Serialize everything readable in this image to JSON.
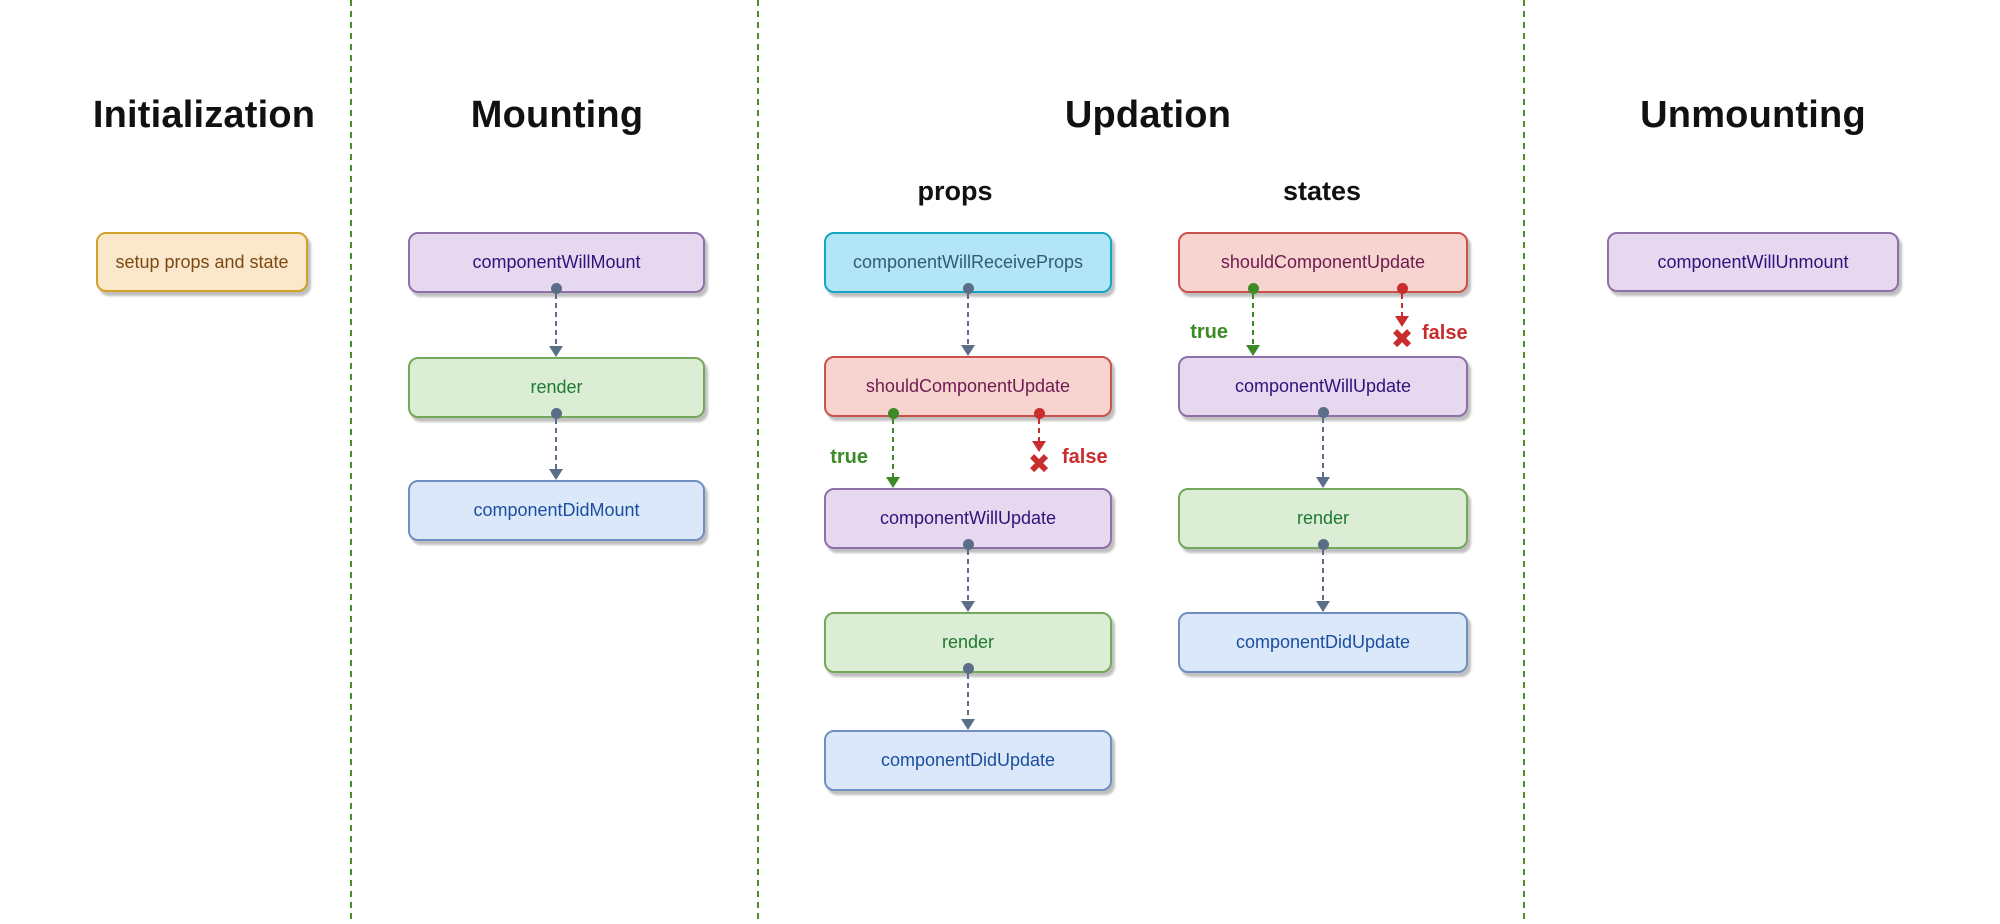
{
  "colors": {
    "orange-fill": "#fbe7cb",
    "orange-border": "#d3a02a",
    "orange-text": "#7b4a12",
    "purple-fill": "#e5d8ef",
    "purple-border": "#9070a8",
    "purple-text": "#31127a",
    "green-fill": "#dcedd5",
    "green-border": "#74a85a",
    "green-text": "#1e7a31",
    "blue-fill": "#dbe8fa",
    "blue-border": "#708fc0",
    "blue-text": "#1b4f9e",
    "cyan-fill": "#b2e6f7",
    "cyan-border": "#16a6c5",
    "cyan-text": "#2f5c79",
    "red-fill": "#f7d4d0",
    "red-border": "#cb514b",
    "red-text": "#6e1b4f",
    "arrow": "#5b6e88",
    "branch-true": "#3c8b26",
    "branch-false": "#c92d2d",
    "divider": "#4b8c2d",
    "title": "#111111"
  },
  "sections": [
    {
      "title": "Initialization"
    },
    {
      "title": "Mounting"
    },
    {
      "title": "Updation",
      "subtitles": [
        "props",
        "states"
      ]
    },
    {
      "title": "Unmounting"
    }
  ],
  "nodes": {
    "setup": "setup props and state",
    "componentWillMount": "componentWillMount",
    "mountRender": "render",
    "componentDidMount": "componentDidMount",
    "componentWillReceiveProps": "componentWillReceiveProps",
    "propsShouldComponentUpdate": "shouldComponentUpdate",
    "propsComponentWillUpdate": "componentWillUpdate",
    "propsRender": "render",
    "propsComponentDidUpdate": "componentDidUpdate",
    "statesShouldComponentUpdate": "shouldComponentUpdate",
    "statesComponentWillUpdate": "componentWillUpdate",
    "statesRender": "render",
    "statesComponentDidUpdate": "componentDidUpdate",
    "componentWillUnmount": "componentWillUnmount"
  },
  "branches": {
    "true": "true",
    "false": "false"
  },
  "icons": {
    "false_x": "✖"
  }
}
